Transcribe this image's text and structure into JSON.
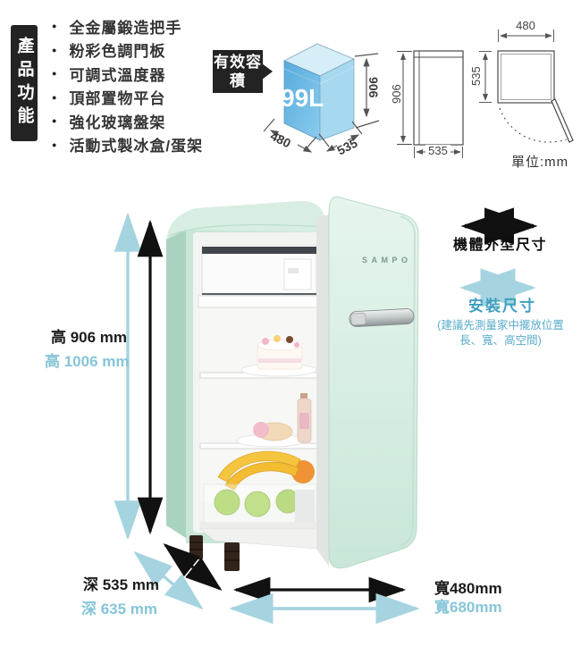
{
  "panel": {
    "title": "產品功能"
  },
  "features": [
    "全金屬鍛造把手",
    "粉彩色調門板",
    "可調式溫度器",
    "頂部置物平台",
    "強化玻璃盤架",
    "活動式製冰盒/蛋架"
  ],
  "capacity": {
    "label": "有效容積",
    "value": "99L",
    "width": "480",
    "depth": "535",
    "height": "906"
  },
  "drawings": {
    "side_height": "906",
    "side_depth": "535",
    "top_width": "480",
    "top_depth": "535",
    "unit": "單位:mm"
  },
  "legend": {
    "body": "機體外型尺寸",
    "install": "安裝尺寸",
    "note1": "(建議先測量家中擺放位置",
    "note2": "長、寬、高空間)"
  },
  "dims": {
    "height_body": "高 906 mm",
    "height_install": "高 1006 mm",
    "depth_body": "深 535 mm",
    "depth_install": "深 635 mm",
    "width_body": "寬480mm",
    "width_install": "寬680mm"
  },
  "product": {
    "brand": "SAMPO"
  },
  "colors": {
    "accent_black": "#1a1a1a",
    "accent_blue_arrow": "#a5d4e0",
    "blue_label_text": "#85c5d8",
    "install_title_text": "#3f9fbf",
    "box_front_blue": "#62b4e4",
    "box_top_blue": "#d5eef8",
    "box_side_blue": "#a6d9f0",
    "fridge_mint": "#cde8d8"
  }
}
